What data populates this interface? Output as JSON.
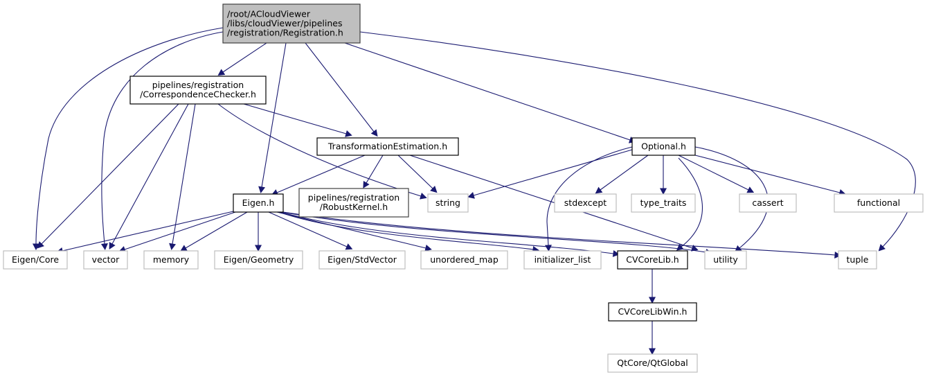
{
  "graph": {
    "title": "Include dependency graph for Registration.h",
    "nodes": [
      {
        "id": "root",
        "kind": "root",
        "lines": [
          "/root/ACloudViewer",
          "/libs/cloudViewer/pipelines",
          "/registration/Registration.h"
        ]
      },
      {
        "id": "corr",
        "kind": "file",
        "lines": [
          "pipelines/registration",
          "/CorrespondenceChecker.h"
        ]
      },
      {
        "id": "trans",
        "kind": "file",
        "lines": [
          "TransformationEstimation.h"
        ]
      },
      {
        "id": "optional",
        "kind": "file",
        "lines": [
          "Optional.h"
        ]
      },
      {
        "id": "eigenh",
        "kind": "file",
        "lines": [
          "Eigen.h"
        ]
      },
      {
        "id": "robust",
        "kind": "gray",
        "lines": [
          "pipelines/registration",
          "/RobustKernel.h"
        ]
      },
      {
        "id": "string",
        "kind": "sys",
        "lines": [
          "string"
        ]
      },
      {
        "id": "stdexcept",
        "kind": "sys",
        "lines": [
          "stdexcept"
        ]
      },
      {
        "id": "type_traits",
        "kind": "sys",
        "lines": [
          "type_traits"
        ]
      },
      {
        "id": "cassert",
        "kind": "sys",
        "lines": [
          "cassert"
        ]
      },
      {
        "id": "functional",
        "kind": "sys",
        "lines": [
          "functional"
        ]
      },
      {
        "id": "eigencore",
        "kind": "sys",
        "lines": [
          "Eigen/Core"
        ]
      },
      {
        "id": "vector",
        "kind": "sys",
        "lines": [
          "vector"
        ]
      },
      {
        "id": "memory",
        "kind": "sys",
        "lines": [
          "memory"
        ]
      },
      {
        "id": "eigengeom",
        "kind": "sys",
        "lines": [
          "Eigen/Geometry"
        ]
      },
      {
        "id": "eigenstdvec",
        "kind": "sys",
        "lines": [
          "Eigen/StdVector"
        ]
      },
      {
        "id": "unordered_map",
        "kind": "sys",
        "lines": [
          "unordered_map"
        ]
      },
      {
        "id": "initializer_list",
        "kind": "sys",
        "lines": [
          "initializer_list"
        ]
      },
      {
        "id": "cvcorelib",
        "kind": "file",
        "lines": [
          "CVCoreLib.h"
        ]
      },
      {
        "id": "utility",
        "kind": "sys",
        "lines": [
          "utility"
        ]
      },
      {
        "id": "tuple",
        "kind": "sys",
        "lines": [
          "tuple"
        ]
      },
      {
        "id": "cvcorelibwin",
        "kind": "file",
        "lines": [
          "CVCoreLibWin.h"
        ]
      },
      {
        "id": "qtglobal",
        "kind": "sys",
        "lines": [
          "QtCore/QtGlobal"
        ]
      }
    ],
    "edges": [
      [
        "root",
        "eigencore"
      ],
      [
        "root",
        "vector"
      ],
      [
        "root",
        "corr"
      ],
      [
        "root",
        "eigenh"
      ],
      [
        "root",
        "trans"
      ],
      [
        "root",
        "optional"
      ],
      [
        "root",
        "tuple"
      ],
      [
        "corr",
        "eigencore"
      ],
      [
        "corr",
        "vector"
      ],
      [
        "corr",
        "memory"
      ],
      [
        "corr",
        "trans"
      ],
      [
        "corr",
        "string"
      ],
      [
        "trans",
        "eigenh"
      ],
      [
        "trans",
        "robust"
      ],
      [
        "trans",
        "string"
      ],
      [
        "trans",
        "utility"
      ],
      [
        "optional",
        "string"
      ],
      [
        "optional",
        "stdexcept"
      ],
      [
        "optional",
        "type_traits"
      ],
      [
        "optional",
        "cassert"
      ],
      [
        "optional",
        "functional"
      ],
      [
        "optional",
        "initializer_list"
      ],
      [
        "optional",
        "cvcorelib"
      ],
      [
        "optional",
        "utility"
      ],
      [
        "eigenh",
        "eigencore"
      ],
      [
        "eigenh",
        "vector"
      ],
      [
        "eigenh",
        "memory"
      ],
      [
        "eigenh",
        "eigengeom"
      ],
      [
        "eigenh",
        "eigenstdvec"
      ],
      [
        "eigenh",
        "unordered_map"
      ],
      [
        "eigenh",
        "initializer_list"
      ],
      [
        "eigenh",
        "cvcorelib"
      ],
      [
        "eigenh",
        "utility"
      ],
      [
        "eigenh",
        "tuple"
      ],
      [
        "cvcorelib",
        "cvcorelibwin"
      ],
      [
        "cvcorelibwin",
        "qtglobal"
      ]
    ]
  }
}
